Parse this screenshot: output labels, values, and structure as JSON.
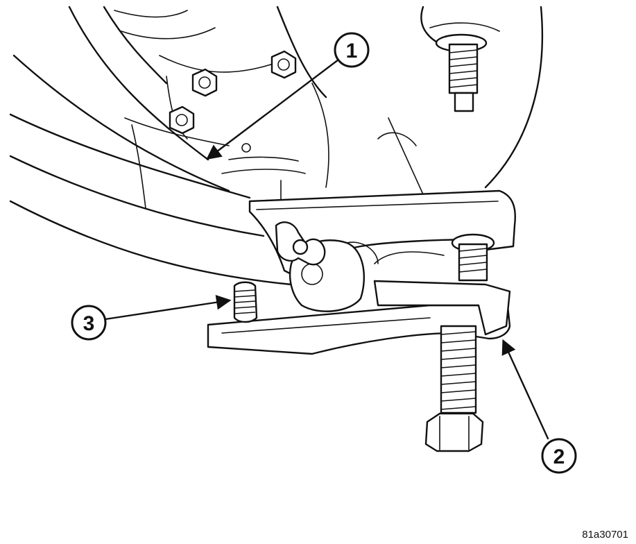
{
  "figure": {
    "id_label": "81a30701"
  },
  "callouts": [
    {
      "number": "1"
    },
    {
      "number": "2"
    },
    {
      "number": "3"
    }
  ],
  "colors": {
    "ink": "#111111",
    "paper": "#ffffff"
  }
}
